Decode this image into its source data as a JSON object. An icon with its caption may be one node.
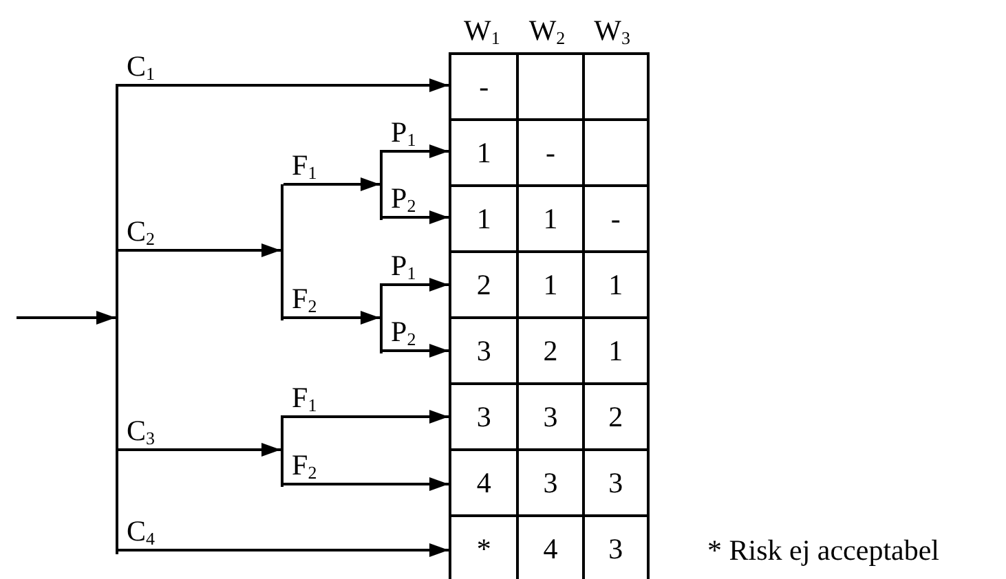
{
  "diagram": {
    "nodes": [
      {
        "text": [],
        "shape": "bar"
      },
      {
        "text": [],
        "shape": "bar"
      },
      {
        "text": [],
        "shape": "bar"
      },
      {
        "text": [],
        "shape": "bar"
      },
      {
        "text": [],
        "shape": "bar"
      },
      {
        "text": [
          "-"
        ]
      },
      {
        "text": [
          "1",
          "-"
        ]
      },
      {
        "text": [
          "1",
          "1",
          "-"
        ]
      },
      {
        "text": [
          "2",
          "1",
          "1"
        ]
      },
      {
        "text": [
          "3",
          "2",
          "1"
        ]
      },
      {
        "text": [
          "3",
          "3",
          "2"
        ]
      },
      {
        "text": [
          "4",
          "3",
          "3"
        ]
      },
      {
        "text": [
          "*",
          "4",
          "3"
        ]
      }
    ],
    "edges": [
      {
        "from": null,
        "to": 0,
        "arrow": "to"
      },
      {
        "from": 0,
        "to": 5,
        "arrow": "to",
        "label": "C$_{1}$"
      },
      {
        "from": 0,
        "to": 1,
        "arrow": "to",
        "label": "C$_{2}$"
      },
      {
        "from": 1,
        "to": 2,
        "arrow": "to",
        "label": "F$_{1}$"
      },
      {
        "from": 2,
        "to": 6,
        "arrow": "to",
        "label": "P$_{1}$"
      },
      {
        "from": 2,
        "to": 7,
        "arrow": "to",
        "label": "P$_{2}$"
      },
      {
        "from": 1,
        "to": 3,
        "arrow": "to",
        "label": "F$_{2}$"
      },
      {
        "from": 3,
        "to": 8,
        "arrow": "to",
        "label": "P$_{1}$"
      },
      {
        "from": 3,
        "to": 9,
        "arrow": "to",
        "label": "P$_{2}$"
      },
      {
        "from": 0,
        "to": 4,
        "arrow": "to",
        "label": "C$_{3}$"
      },
      {
        "from": 4,
        "to": 10,
        "arrow": "to",
        "label": "F$_{1}$"
      },
      {
        "from": 4,
        "to": 11,
        "arrow": "to",
        "label": "F$_{2}$"
      },
      {
        "from": 0,
        "to": 12,
        "arrow": "to",
        "label": "C$_{4}$"
      }
    ],
    "labels": [
      "W$_{1}$",
      "W$_{2}$",
      "W$_{3}$",
      "* Risk ej acceptabel"
    ]
  }
}
